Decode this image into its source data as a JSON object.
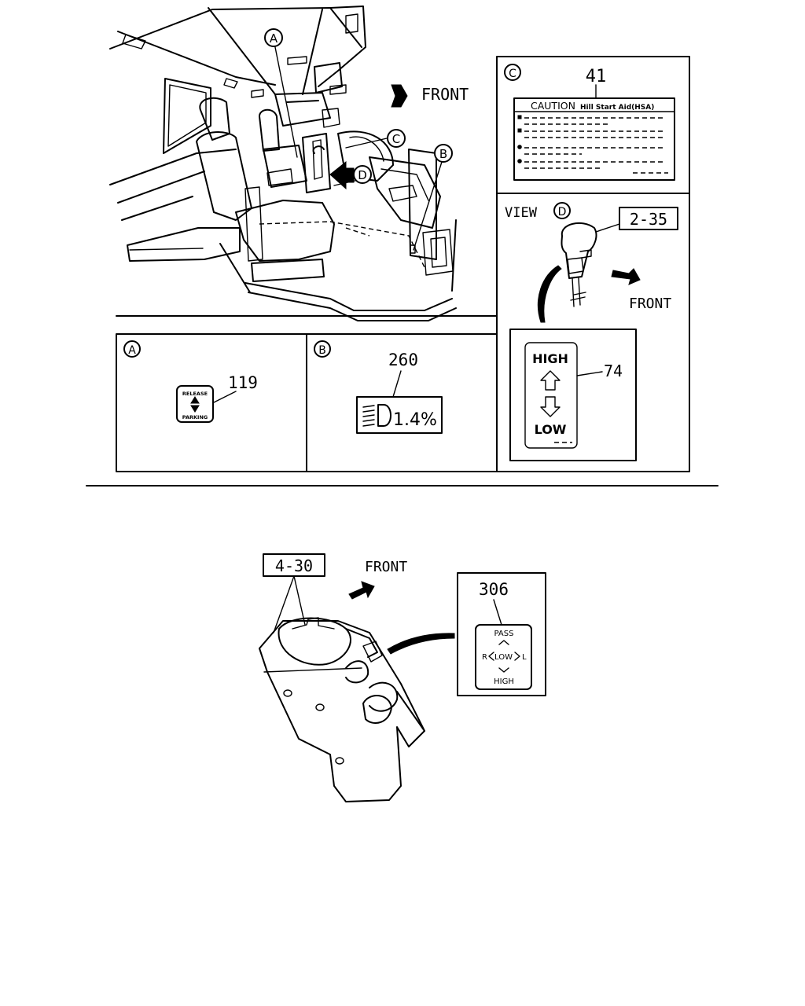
{
  "callouts": {
    "A": "A",
    "B": "B",
    "C": "C",
    "D": "D"
  },
  "labels": {
    "front_main": "FRONT",
    "front_view_d": "FRONT",
    "front_bottom": "FRONT",
    "view_d": "VIEW"
  },
  "part_numbers": {
    "p41": "41",
    "p2_35": "2-35",
    "p74": "74",
    "p119": "119",
    "p260": "260",
    "p4_30": "4-30",
    "p306": "306"
  },
  "caution_label": {
    "title": "CAUTION",
    "subtitle": "Hill Start Aid(HSA)"
  },
  "high_low_label": {
    "high": "HIGH",
    "low": "LOW"
  },
  "parking_label": {
    "top": "RELEASE",
    "bottom": "PARKING"
  },
  "headlight_label": {
    "value": "1.4%"
  },
  "dimmer_label": {
    "top": "PASS",
    "left": "R",
    "center": "LOW",
    "right": "L",
    "bottom": "HIGH"
  }
}
